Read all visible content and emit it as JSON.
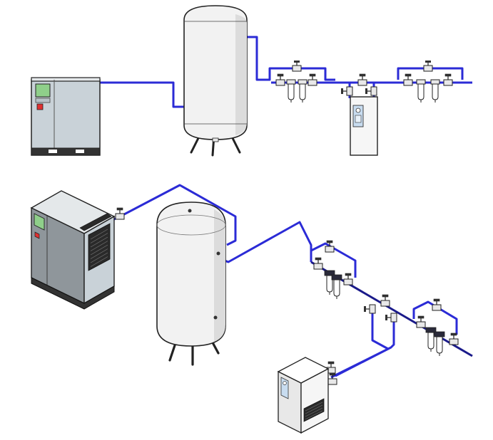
{
  "diagram": {
    "kind": "compressed-air-system-layout",
    "views": [
      "front-elevation",
      "isometric"
    ],
    "colors": {
      "pipe": "#2b2bd6",
      "pipe_dark": "#1a1a8a",
      "outline": "#222222",
      "tank_fill": "#f2f2f2",
      "compressor_front": "#c9d2d8",
      "compressor_side": "#8f969b",
      "compressor_top": "#e4e8ea",
      "display": "#8fcf8a",
      "stop_button": "#e03030",
      "filter_fill": "#ffffff",
      "valve_fill": "#e8e8e8",
      "dryer_fill": "#f6f6f6",
      "dryer_panel": "#c8dcf0"
    },
    "components": [
      {
        "id": "compressor",
        "icon": "compressor-icon"
      },
      {
        "id": "air-receiver-tank",
        "icon": "vertical-tank-icon"
      },
      {
        "id": "filter-group-inlet",
        "icon": "filter-icon",
        "count": 2
      },
      {
        "id": "refrigerated-dryer",
        "icon": "dryer-icon"
      },
      {
        "id": "filter-group-outlet",
        "icon": "filter-icon",
        "count": 2
      },
      {
        "id": "bypass-valve",
        "icon": "ball-valve-icon"
      }
    ]
  }
}
